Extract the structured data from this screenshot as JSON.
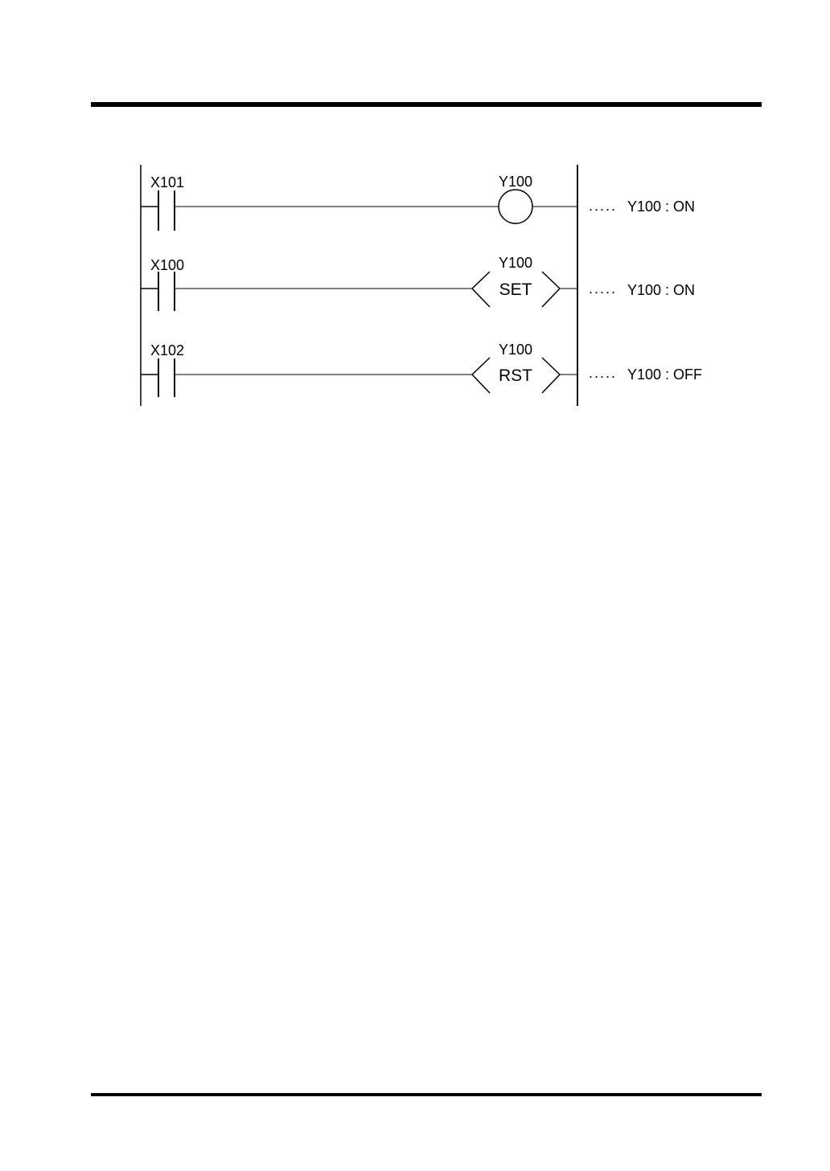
{
  "rungs": [
    {
      "contact": "X101",
      "output_device": "Y100",
      "output_type": "coil",
      "instruction": "",
      "result": "Y100 : ON"
    },
    {
      "contact": "X100",
      "output_device": "Y100",
      "output_type": "instruction",
      "instruction": "SET",
      "result": "Y100 : ON"
    },
    {
      "contact": "X102",
      "output_device": "Y100",
      "output_type": "instruction",
      "instruction": "RST",
      "result": "Y100 : OFF"
    }
  ],
  "dots": "....."
}
